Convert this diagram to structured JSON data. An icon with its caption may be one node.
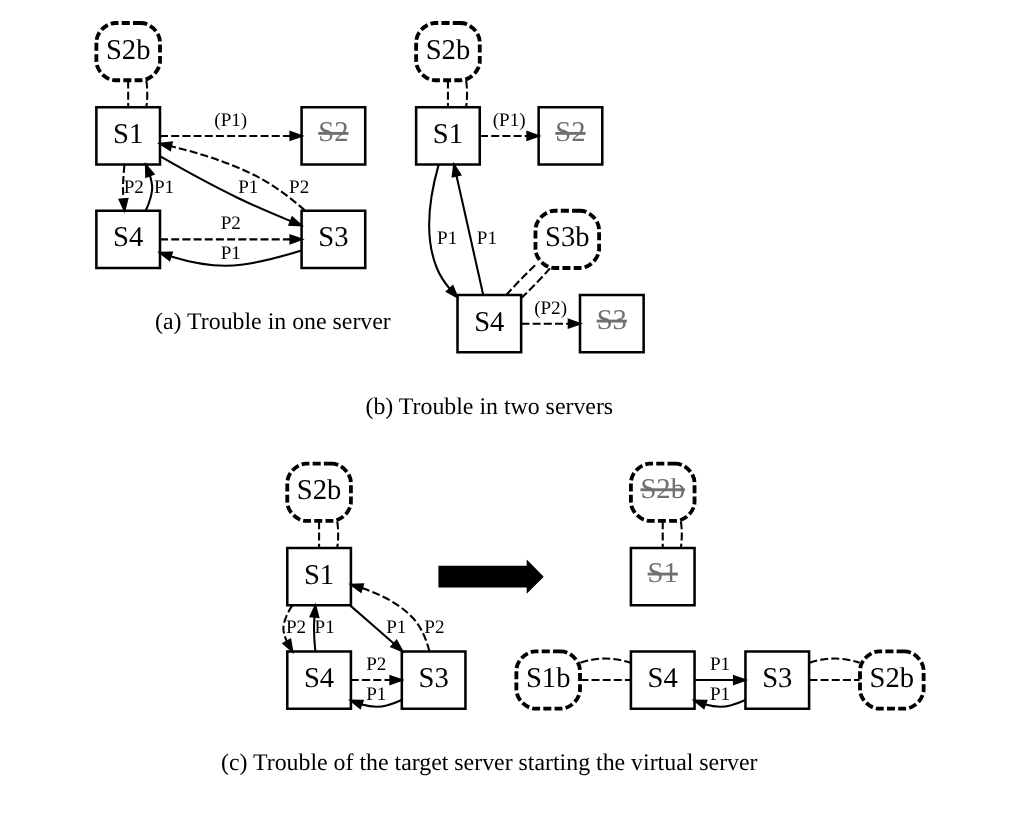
{
  "diagram": {
    "nodes": [
      {
        "text": [
          "S1"
        ]
      },
      {
        "text": [
          "S2b"
        ]
      },
      {
        "text": [
          "S2"
        ]
      },
      {
        "text": [
          "S4"
        ]
      },
      {
        "text": [
          "S3"
        ]
      },
      {
        "text": [
          "S1"
        ]
      },
      {
        "text": [
          "S2b"
        ]
      },
      {
        "text": [
          "S2"
        ]
      },
      {
        "text": [
          "S3b"
        ]
      },
      {
        "text": [
          "S4"
        ]
      },
      {
        "text": [
          "S3"
        ]
      },
      {
        "text": [
          "S1"
        ]
      },
      {
        "text": [
          "S2b"
        ]
      },
      {
        "text": [
          "S4"
        ]
      },
      {
        "text": [
          "S3"
        ]
      },
      {
        "text": [],
        "shape": "arrow"
      },
      {
        "text": [
          "S1"
        ]
      },
      {
        "text": [
          "S2b"
        ]
      },
      {
        "text": [
          "S1b"
        ]
      },
      {
        "text": [
          "S4"
        ]
      },
      {
        "text": [
          "S3"
        ]
      },
      {
        "text": [
          "S2b"
        ]
      }
    ],
    "edges": [
      {
        "from": 1,
        "to": 0,
        "arrow": "none",
        "style": "dashed"
      },
      {
        "from": 1,
        "to": 0,
        "arrow": "none",
        "style": "dashed"
      },
      {
        "from": 0,
        "to": 2,
        "arrow": "to",
        "style": "dashed",
        "label": "(P1)"
      },
      {
        "from": 0,
        "to": 4,
        "arrow": "to",
        "label": "P1"
      },
      {
        "from": 4,
        "to": 0,
        "arrow": "to",
        "style": "dashed",
        "label": "P2"
      },
      {
        "from": 3,
        "to": 0,
        "arrow": "to",
        "label": "P1"
      },
      {
        "from": 0,
        "to": 3,
        "arrow": "to",
        "style": "dashed",
        "label": "P2"
      },
      {
        "from": 3,
        "to": 4,
        "arrow": "to",
        "style": "dashed",
        "label": "P2"
      },
      {
        "from": 4,
        "to": 3,
        "arrow": "to",
        "label": "P1"
      },
      {
        "from": 6,
        "to": 5,
        "arrow": "none",
        "style": "dashed"
      },
      {
        "from": 6,
        "to": 5,
        "arrow": "none",
        "style": "dashed"
      },
      {
        "from": 5,
        "to": 7,
        "arrow": "to",
        "style": "dashed",
        "label": "(P1)"
      },
      {
        "from": 9,
        "to": 5,
        "arrow": "to",
        "label": "P1"
      },
      {
        "from": 5,
        "to": 9,
        "arrow": "to",
        "label": "P1"
      },
      {
        "from": 8,
        "to": 9,
        "arrow": "none",
        "style": "dashed"
      },
      {
        "from": 8,
        "to": 9,
        "arrow": "none",
        "style": "dashed"
      },
      {
        "from": 9,
        "to": 10,
        "arrow": "to",
        "style": "dashed",
        "label": "(P2)"
      },
      {
        "from": 12,
        "to": 11,
        "arrow": "none",
        "style": "dashed"
      },
      {
        "from": 12,
        "to": 11,
        "arrow": "none",
        "style": "dashed"
      },
      {
        "from": 11,
        "to": 14,
        "arrow": "to",
        "label": "P1"
      },
      {
        "from": 14,
        "to": 11,
        "arrow": "to",
        "style": "dashed",
        "label": "P2"
      },
      {
        "from": 13,
        "to": 11,
        "arrow": "to",
        "label": "P1"
      },
      {
        "from": 11,
        "to": 13,
        "arrow": "to",
        "style": "dashed",
        "label": "P2"
      },
      {
        "from": 13,
        "to": 14,
        "arrow": "to",
        "style": "dashed",
        "label": "P2"
      },
      {
        "from": 14,
        "to": 13,
        "arrow": "to",
        "label": "P1"
      },
      {
        "from": 17,
        "to": 16,
        "arrow": "none",
        "style": "dashed"
      },
      {
        "from": 17,
        "to": 16,
        "arrow": "none",
        "style": "dashed"
      },
      {
        "from": 18,
        "to": 19,
        "arrow": "none",
        "style": "dashed"
      },
      {
        "from": 18,
        "to": 19,
        "arrow": "none",
        "style": "dashed"
      },
      {
        "from": 19,
        "to": 20,
        "arrow": "to",
        "label": "P1"
      },
      {
        "from": 20,
        "to": 19,
        "arrow": "to",
        "label": "P1"
      },
      {
        "from": 20,
        "to": 21,
        "arrow": "none",
        "style": "dashed"
      },
      {
        "from": 20,
        "to": 21,
        "arrow": "none",
        "style": "dashed"
      }
    ],
    "labels": [
      "(a) Trouble in one server",
      "(b) Trouble in two servers",
      "(c) Trouble of the target server starting the virtual server"
    ]
  }
}
